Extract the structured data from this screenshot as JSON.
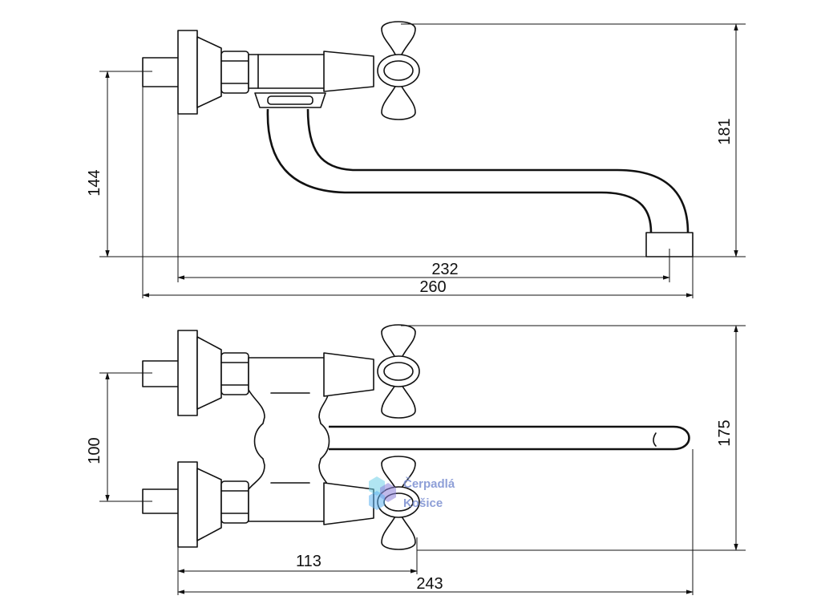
{
  "top_view": {
    "dims": {
      "height_inlet": "144",
      "height_total": "181",
      "spout_length": "232",
      "total_length": "260"
    }
  },
  "bottom_view": {
    "dims": {
      "inlet_spacing": "100",
      "height_total": "175",
      "handle_reach": "113",
      "total_length": "243"
    }
  },
  "watermark": {
    "line1": "Čerpadlá",
    "line2": "Košice",
    "colors": [
      "#6fd0e8",
      "#8b7fd8",
      "#5fb3f0"
    ]
  }
}
